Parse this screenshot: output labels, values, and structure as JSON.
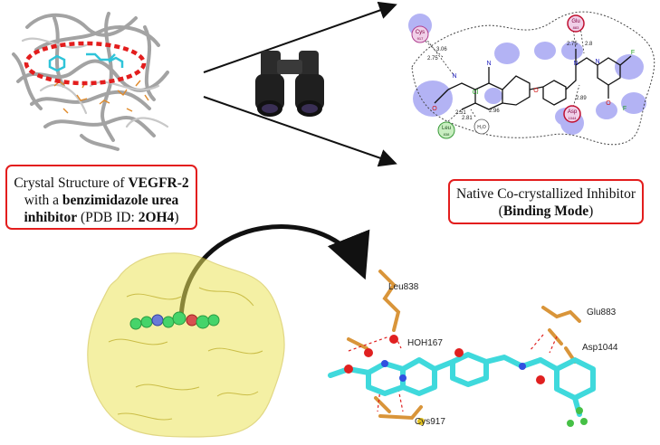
{
  "crystal_caption": {
    "line1_prefix": "Crystal Structure of ",
    "line1_bold": "VEGFR-2",
    "line2_prefix": "with a ",
    "line2_bold": "benzimidazole urea",
    "line3_bold": "inhibitor",
    "line3_mid": " (PDB ID: ",
    "line3_pdb": "2OH4",
    "line3_end": ")"
  },
  "binding_caption": {
    "line1": "Native Co-crystallized Inhibitor",
    "line2_open": "(",
    "line2_bold": "Binding Mode",
    "line2_close": ")"
  },
  "interaction_2d": {
    "cys_label": "Cys",
    "cys_num": "917",
    "glu_label": "Glu",
    "glu_num": "883",
    "leu_label": "Leu",
    "leu_num": "838",
    "asp_label": "Asp",
    "asp_num": "1044",
    "water_label": "H₂O",
    "distances": [
      "3.06",
      "2.75",
      "2.75",
      "2.8",
      "2.51",
      "2.81",
      "2.96",
      "2.89"
    ]
  },
  "residue_3d": {
    "leu": "Leu838",
    "hoh": "HOH167",
    "glu": "Glu883",
    "asp": "Asp1044",
    "cys": "Cys917"
  },
  "colors": {
    "caption_border": "#e31d1d",
    "ligand_carbon": "#3fd9dc",
    "protein_carbon": "#d9953a",
    "surface_yellow": "#e8e04a",
    "hbond_red": "#e02020"
  }
}
